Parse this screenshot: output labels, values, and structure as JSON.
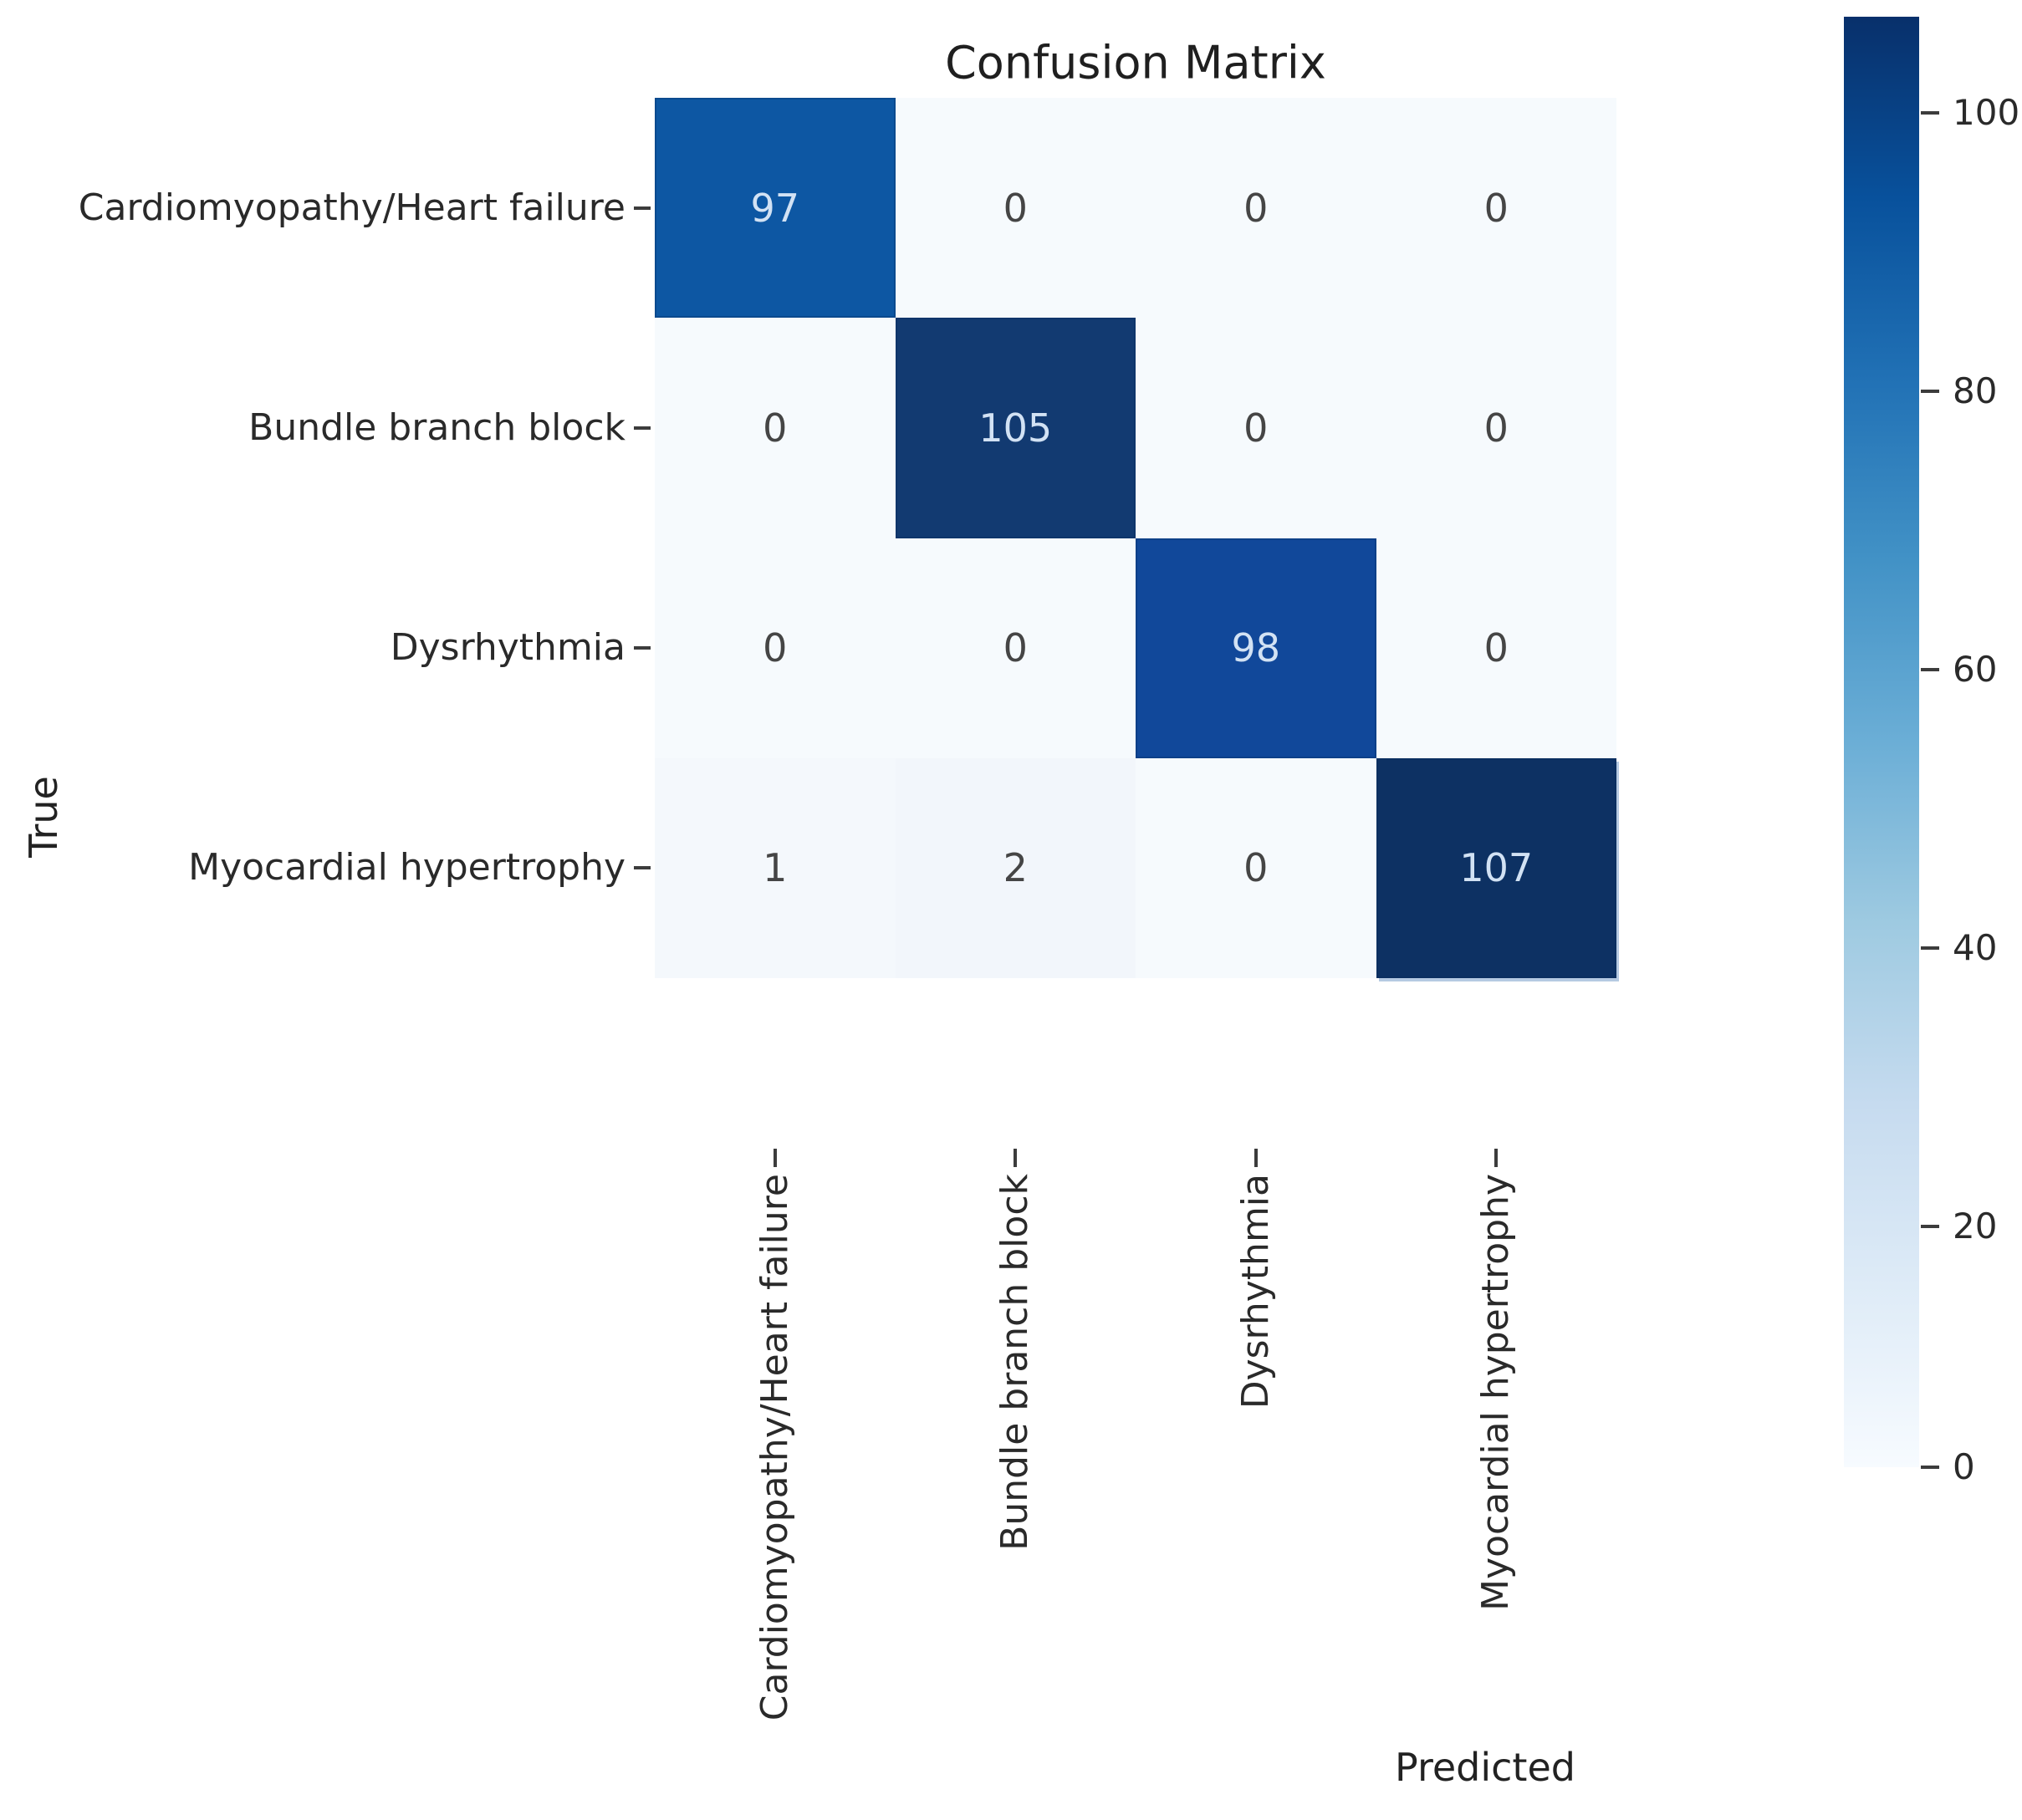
{
  "chart_data": {
    "type": "heatmap",
    "title": "Confusion Matrix",
    "xlabel": "Predicted",
    "ylabel": "True",
    "x_categories": [
      "Cardiomyopathy/Heart failure",
      "Bundle branch block",
      "Dysrhythmia",
      "Myocardial hypertrophy"
    ],
    "y_categories": [
      "Cardiomyopathy/Heart failure",
      "Bundle branch block",
      "Dysrhythmia",
      "Myocardial hypertrophy"
    ],
    "values": [
      [
        97,
        0,
        0,
        0
      ],
      [
        0,
        105,
        0,
        0
      ],
      [
        0,
        0,
        98,
        0
      ],
      [
        1,
        2,
        0,
        107
      ]
    ],
    "colormap": "Blues",
    "vmin": 0,
    "vmax": 107,
    "grid": false,
    "legend_position": "right-colorbar",
    "colorbar": {
      "ticks_top_to_bottom": [
        "100",
        "80",
        "60",
        "40",
        "20",
        "0"
      ]
    },
    "cell_colors": [
      [
        "#0d57a3",
        "#f6fafd",
        "#f6fafd",
        "#f6fafd"
      ],
      [
        "#f6fafd",
        "#123a71",
        "#f6fafd",
        "#f6fafd"
      ],
      [
        "#f6fafd",
        "#f6fafd",
        "#11489a",
        "#f6fafd"
      ],
      [
        "#f4f8fc",
        "#f2f6fb",
        "#f6fafd",
        "#0d3163"
      ]
    ]
  },
  "colors": {
    "figure_background": "#ffffff",
    "title_text": "#1f1f1f",
    "label_text": "#2a2a2a",
    "tick_mark": "#3c3c3c",
    "dark_cell_text": "#d2e2f4",
    "light_cell_text": "#454545",
    "colorbar_max": "#08306b",
    "colorbar_min": "#f7fbff"
  }
}
